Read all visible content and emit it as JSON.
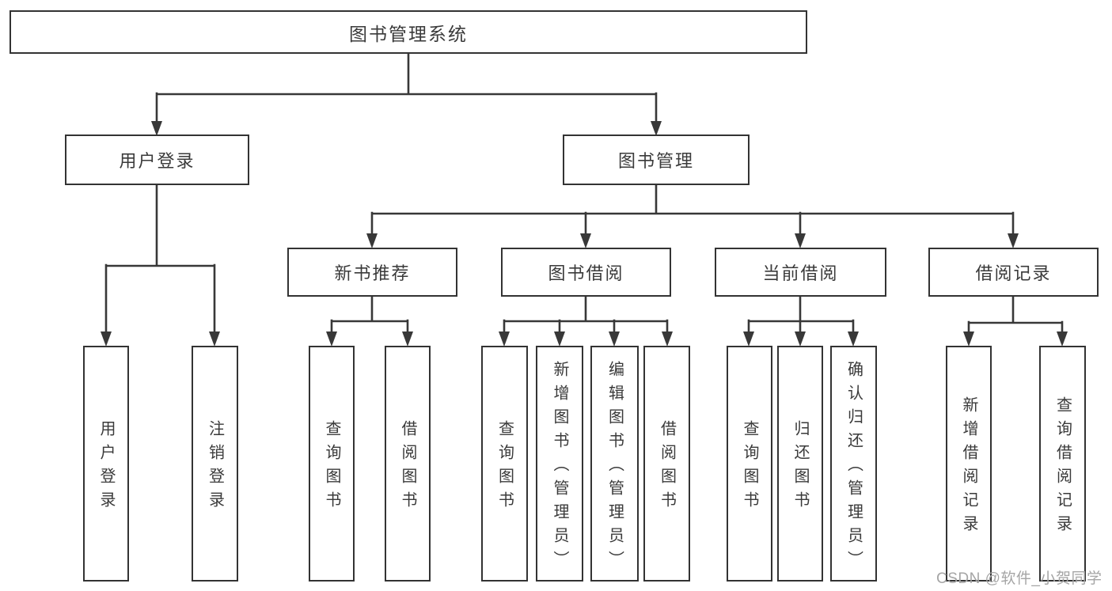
{
  "colors": {
    "background": "#ffffff",
    "box_border": "#333333",
    "connector_line": "#383838",
    "node_text": "#3a3a3a",
    "watermark_text": "#a5a5a5"
  },
  "tree": {
    "label": "图书管理系统",
    "children": [
      {
        "label": "用户登录",
        "children": [
          {
            "label": "用户登录"
          },
          {
            "label": "注销登录"
          }
        ]
      },
      {
        "label": "图书管理",
        "children": [
          {
            "label": "新书推荐",
            "children": [
              {
                "label": "查询图书"
              },
              {
                "label": "借阅图书"
              }
            ]
          },
          {
            "label": "图书借阅",
            "children": [
              {
                "label": "查询图书"
              },
              {
                "label": "新增图书（管理员）"
              },
              {
                "label": "编辑图书（管理员）"
              },
              {
                "label": "借阅图书"
              }
            ]
          },
          {
            "label": "当前借阅",
            "children": [
              {
                "label": "查询图书"
              },
              {
                "label": "归还图书"
              },
              {
                "label": "确认归还（管理员）"
              }
            ]
          },
          {
            "label": "借阅记录",
            "children": [
              {
                "label": "新增借阅记录"
              },
              {
                "label": "查询借阅记录"
              }
            ]
          }
        ]
      }
    ]
  },
  "watermark": {
    "text": "CSDN @软件_小贺同学"
  }
}
